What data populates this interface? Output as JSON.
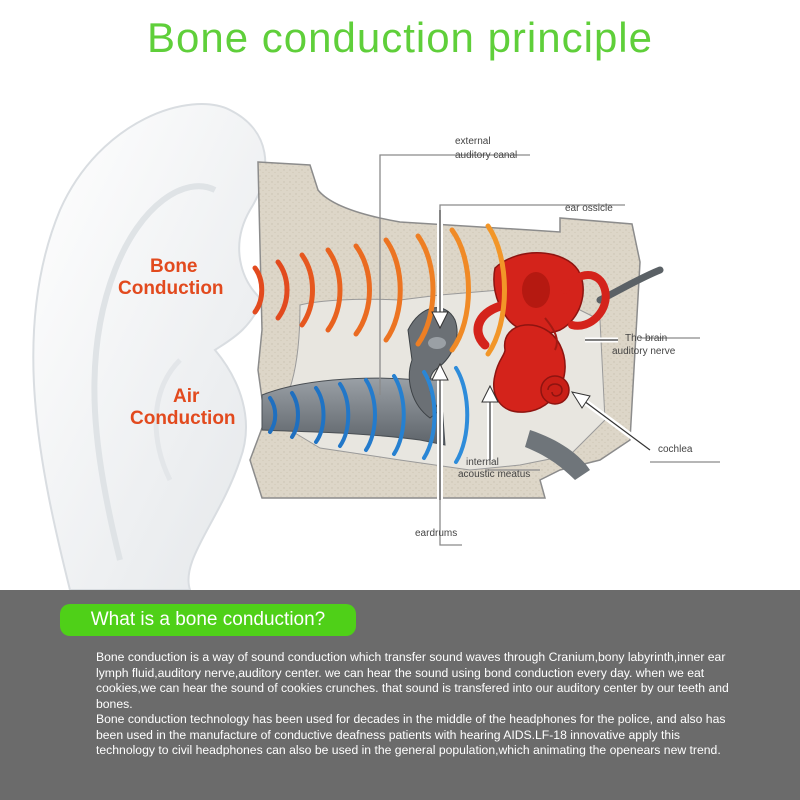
{
  "title": "Bone conduction principle",
  "labels": {
    "external_auditory_canal": [
      "external",
      "auditory canal"
    ],
    "ear_ossicle": "ear ossicle",
    "brain_auditory_nerve": [
      "The brain",
      "auditory nerve"
    ],
    "cochlea": "cochlea",
    "internal_acoustic_meatus": [
      "internal",
      "acoustic meatus"
    ],
    "eardrums": "eardrums",
    "bone_conduction": [
      "Bone",
      "Conduction"
    ],
    "air_conduction": [
      "Air",
      "Conduction"
    ]
  },
  "section": {
    "heading": "What is a bone conduction?",
    "paragraphs": [
      "Bone conduction is a way of sound conduction which transfer sound waves through Cranium,bony labyrinth,inner ear lymph fluid,auditory nerve,auditory center. we can hear the sound using bond conduction every day. when we eat cookies,we can hear the sound of cookies crunches. that sound is transfered into our auditory center by our teeth and bones.",
      "Bone conduction technology has been used for decades in the middle of the headphones for the police, and also has been used in the manufacture of conductive deafness patients with hearing AIDS.LF-18 innovative apply this technology to civil headphones can also be used in the general population,which animating the openears new trend."
    ]
  },
  "colors": {
    "title_green": "#5fcf3a",
    "pill_green": "#4fd018",
    "bone_wave": "#e24a1e",
    "air_wave": "#1f6fbf",
    "panel_gray": "#6b6b6b",
    "cochlea_red": "#d4231b"
  },
  "icons": [
    "ear-illustration",
    "ossicle-illustration",
    "cochlea-illustration",
    "sound-wave-icon",
    "pointer-arrow-icon"
  ]
}
